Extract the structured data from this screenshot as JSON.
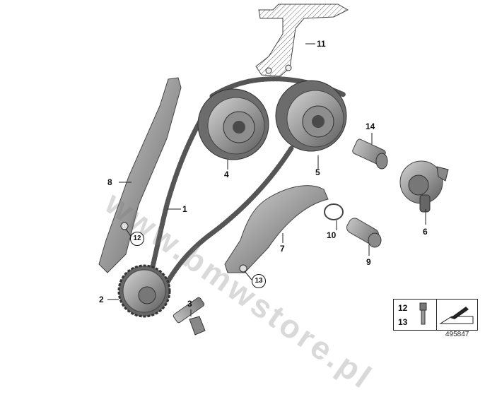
{
  "callouts": {
    "p1": "1",
    "p2": "2",
    "p3": "3",
    "p4": "4",
    "p5": "5",
    "p6": "6",
    "p7": "7",
    "p8": "8",
    "p9": "9",
    "p10": "10",
    "p11": "11",
    "p12": "12",
    "p13": "13",
    "p14": "14"
  },
  "legend": {
    "item_a": "12",
    "item_b": "13"
  },
  "diagram_id": "495847",
  "watermark": "www.bmwstore.pl"
}
